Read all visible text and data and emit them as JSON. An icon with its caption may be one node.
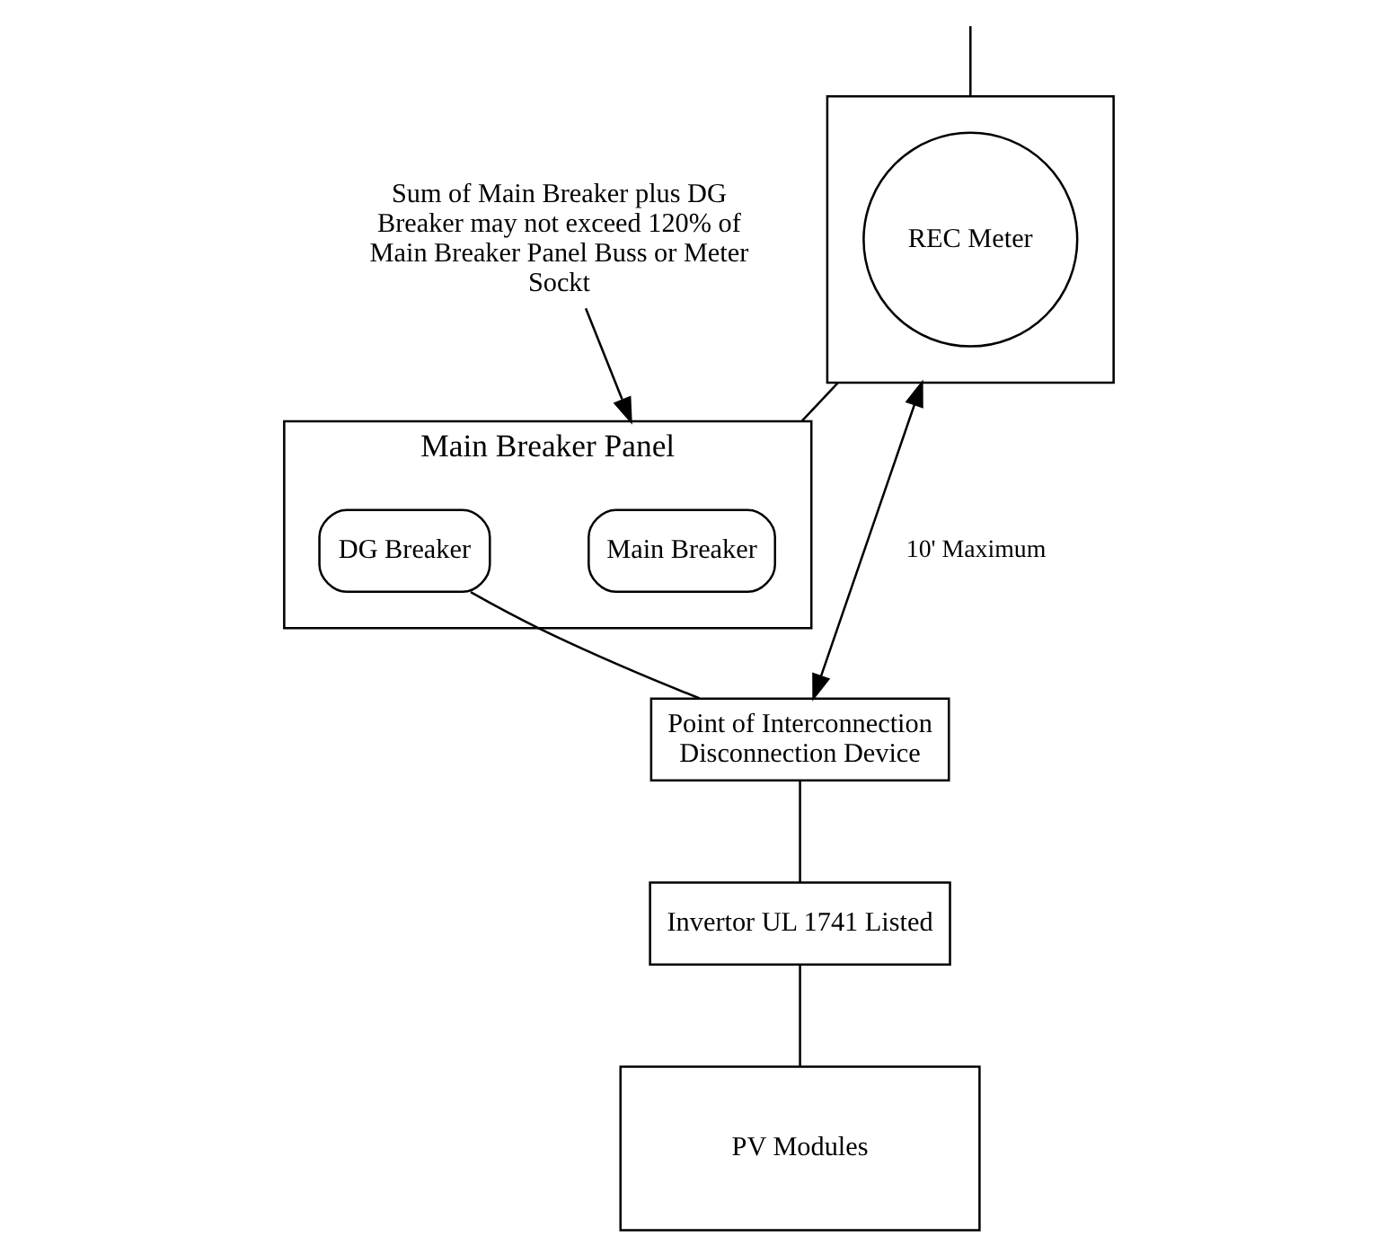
{
  "diagram": {
    "nodes": [
      {
        "text": [],
        "shape": "box"
      },
      {
        "text": [
          "REC Meter"
        ],
        "in": 0
      },
      {
        "text": [
          "Point of Interconnection",
          "Disconnection Device"
        ]
      },
      {
        "text": [
          "Sum of Main Breaker plus DG Breaker may not exceed 120% of Main Breaker Panel Buss or Meter Sockt"
        ]
      },
      {
        "text": [
          "Main Breaker Panel"
        ]
      },
      {
        "text": [
          "Main Breaker"
        ],
        "in": 4
      },
      {
        "text": [
          "DG Breaker"
        ],
        "in": 4
      },
      {
        "text": [
          "Invertor UL 1741 Listed"
        ]
      },
      {
        "text": [
          "PV Modules"
        ]
      }
    ],
    "edges": [
      {
        "from": null,
        "to": 0,
        "arrow": "none"
      },
      {
        "from": 0,
        "to": 2,
        "arrow": "both",
        "label": "10' Maximum"
      },
      {
        "from": 0,
        "to": 4,
        "arrow": "none"
      },
      {
        "from": 3,
        "to": 4,
        "arrow": "to"
      },
      {
        "from": 6,
        "to": 2,
        "arrow": "none"
      },
      {
        "from": 2,
        "to": 7,
        "arrow": "none"
      },
      {
        "from": 7,
        "to": 8,
        "arrow": "none"
      }
    ]
  }
}
